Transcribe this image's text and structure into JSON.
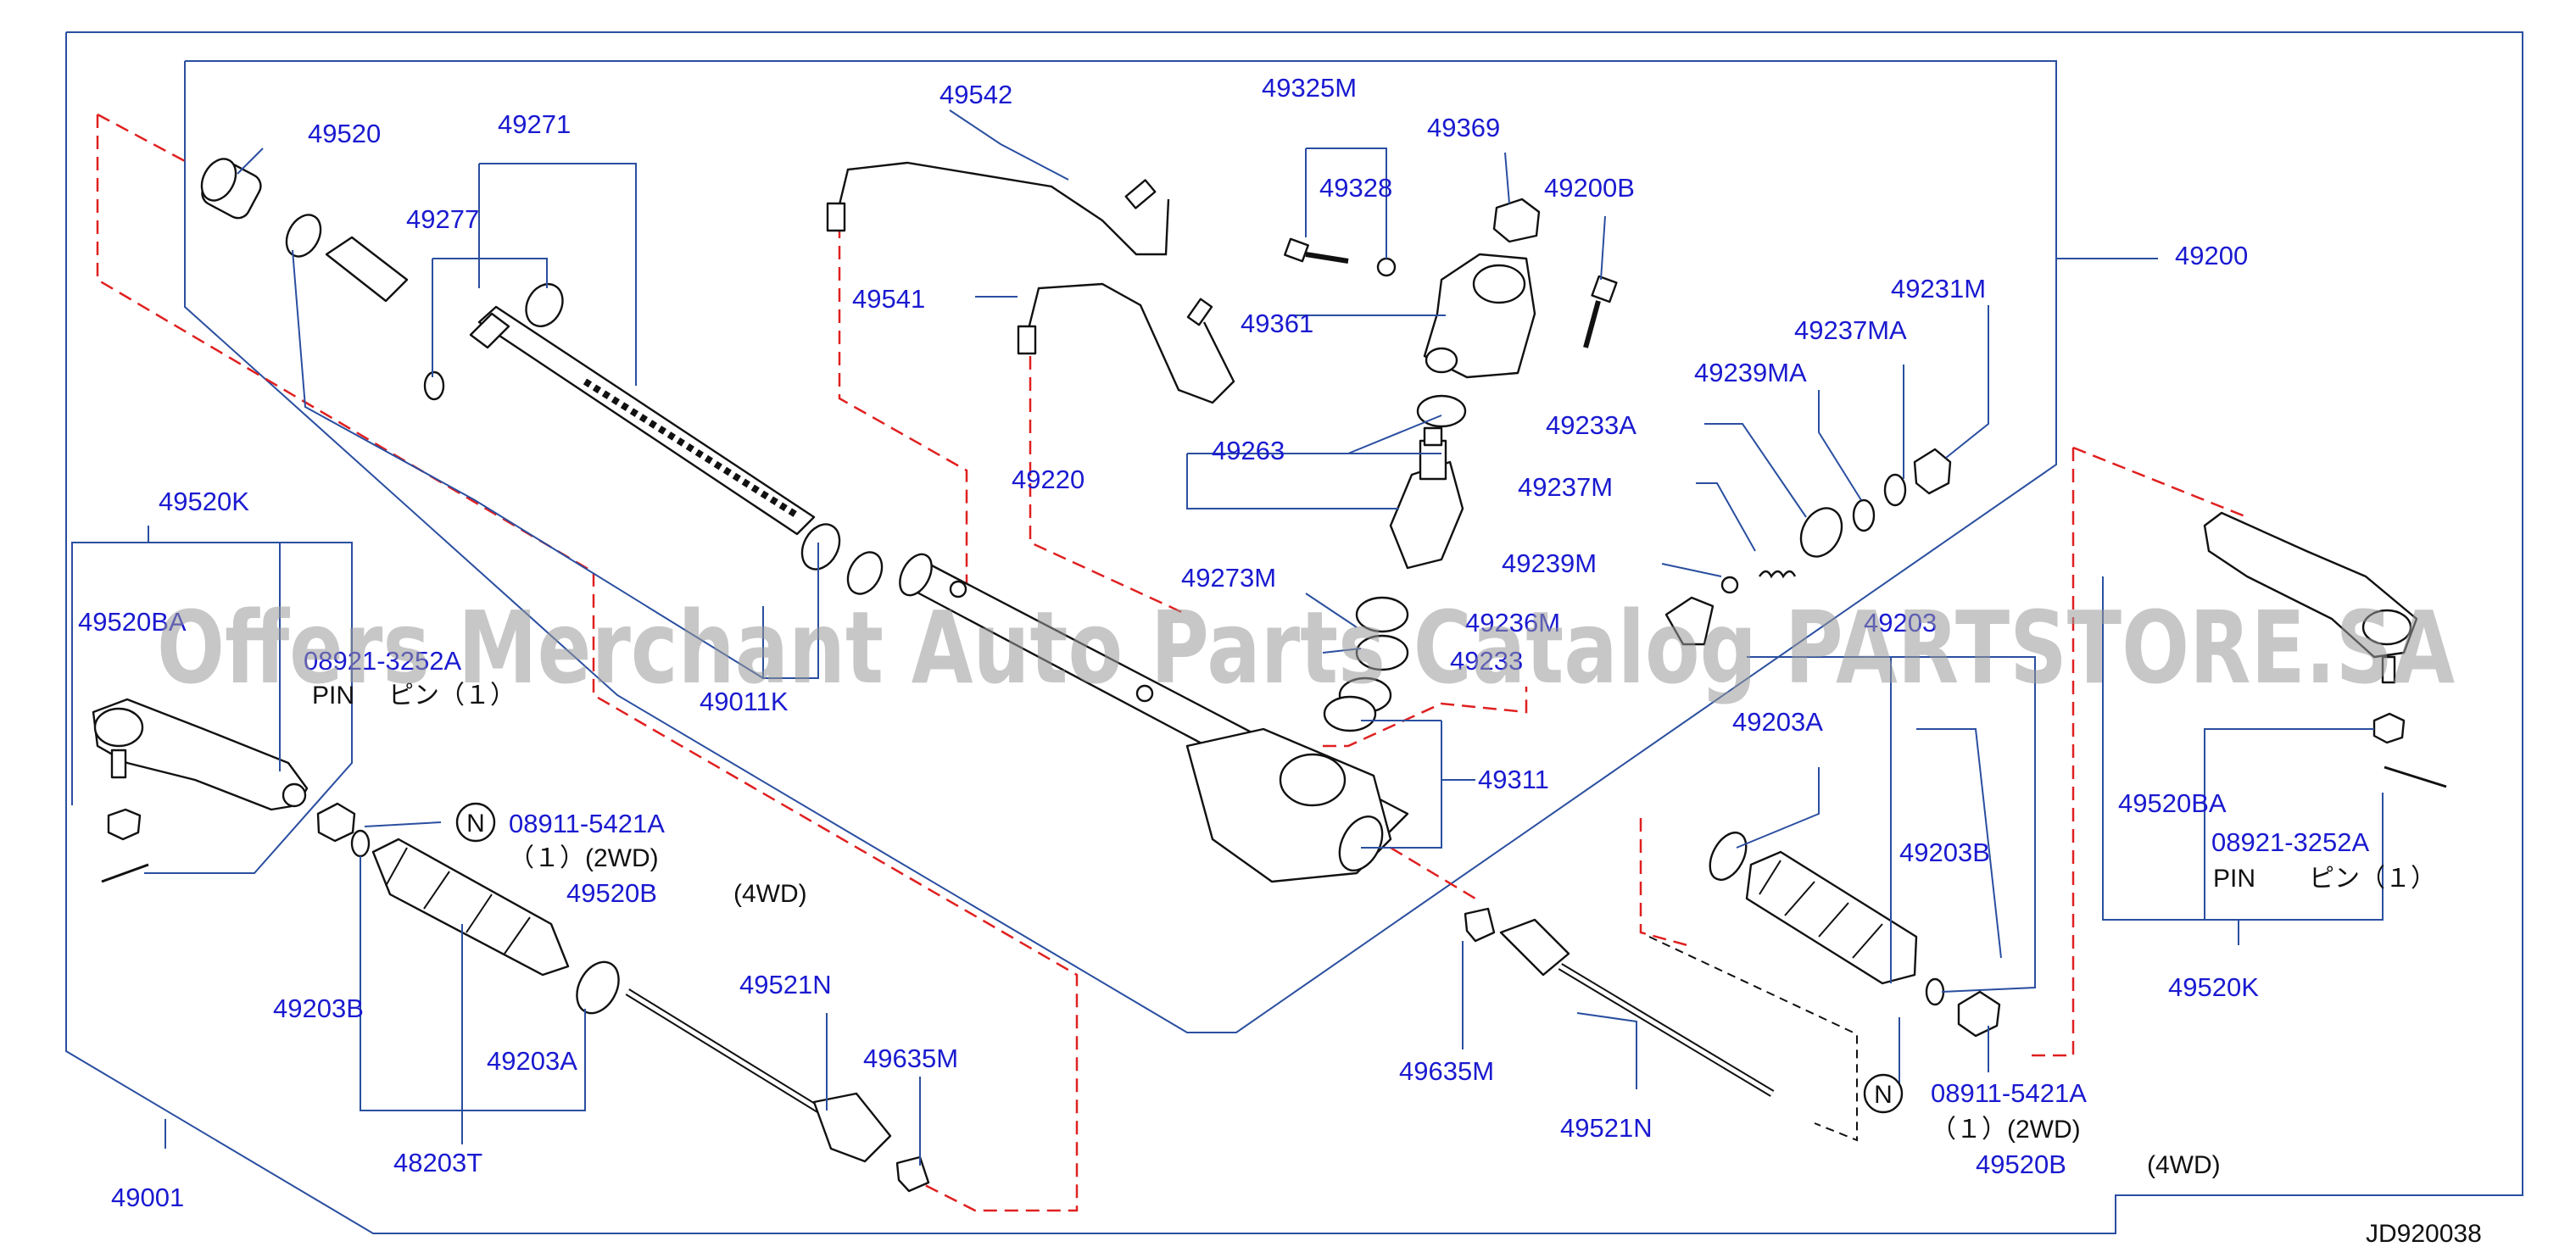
{
  "watermark": "Offers Merchant Auto Parts Catalog PARTSTORE.SA",
  "diagram_code": "JD920038",
  "note_symbol": "N",
  "callouts": {
    "p49520": "49520",
    "p49271": "49271",
    "p49277": "49277",
    "p49542": "49542",
    "p49325M": "49325M",
    "p49328": "49328",
    "p49369": "49369",
    "p49200B": "49200B",
    "p49200": "49200",
    "p49541": "49541",
    "p49361": "49361",
    "p49231M": "49231M",
    "p49237MA": "49237MA",
    "p49239MA": "49239MA",
    "p49263": "49263",
    "p49233A": "49233A",
    "p49220": "49220",
    "p49237M": "49237M",
    "p49520K_left": "49520K",
    "p49239M": "49239M",
    "p49273M": "49273M",
    "p49520BA_left": "49520BA",
    "p49236M": "49236M",
    "p49203_top": "49203",
    "p08921_left": "08921-3252A",
    "p49233": "49233",
    "pin_left": "PIN",
    "pin_jp_left": "ピン（１）",
    "p49011K": "49011K",
    "p49203A_right": "49203A",
    "p49311": "49311",
    "p08911_left": "08911-5421A",
    "qty_left": "（１）(2WD)",
    "p49520B_left": "49520B",
    "wd4_left": "(4WD)",
    "p49203B_right": "49203B",
    "p49520BA_right": "49520BA",
    "p08921_right": "08921-3252A",
    "pin_right": "PIN",
    "pin_jp_right": "ピン（１）",
    "p49203B_left": "49203B",
    "p49521N_left": "49521N",
    "p49520K_right": "49520K",
    "p49635M_left": "49635M",
    "p49203A_left": "49203A",
    "p49635M_right": "49635M",
    "p08911_right": "08911-5421A",
    "qty_right": "（１）(2WD)",
    "p49521N_right": "49521N",
    "p48203T": "48203T",
    "p49520B_right": "49520B",
    "wd4_right": "(4WD)",
    "p49001": "49001"
  }
}
